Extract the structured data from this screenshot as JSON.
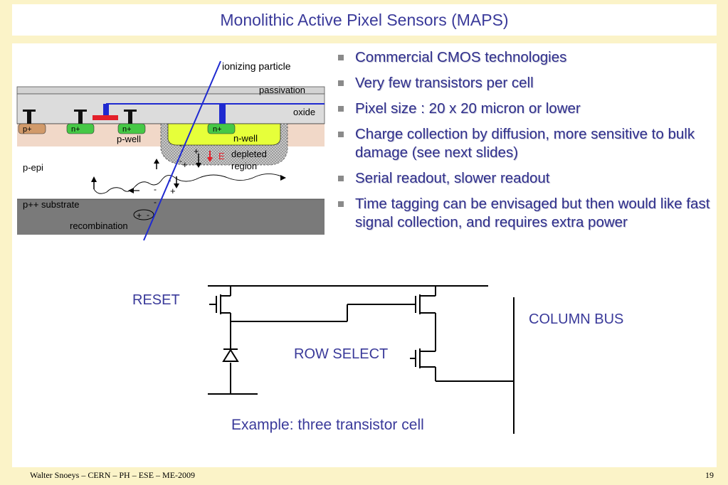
{
  "slide": {
    "title": "Monolithic Active Pixel Sensors (MAPS)",
    "bullets": [
      "Commercial CMOS technologies",
      "Very few transistors per cell",
      "Pixel size : 20 x 20 micron or lower",
      "Charge collection by diffusion, more sensitive to bulk damage (see next slides)",
      "Serial readout, slower readout",
      "Time tagging can be envisaged but then would like fast signal collection, and requires extra power"
    ],
    "footer": "Walter Snoeys – CERN – PH – ESE – ME-2009",
    "page_number": "19"
  },
  "cross_section": {
    "ionizing_particle": "ionizing particle",
    "passivation": "passivation",
    "oxide": "oxide",
    "p_plus": "p+",
    "n_plus_1": "n+",
    "n_plus_2": "n+",
    "n_plus_3": "n+",
    "p_well": "p-well",
    "n_well": "n-well",
    "e_field": "E",
    "depleted": "depleted",
    "region": "region",
    "p_epi": "p-epi",
    "substrate": "p++ substrate",
    "recombination": "recombination",
    "colors": {
      "passivation": "#d3d3d3",
      "oxide": "#dcdcdc",
      "well_region": "#f1d8c8",
      "p_plus": "#d19a6a",
      "n_plus": "#46c846",
      "n_well": "#e6ff3a",
      "substrate": "#7a7a7a",
      "metal": "#1f2ad0",
      "gate": "#e3202a",
      "particle": "#1f2ad0"
    }
  },
  "circuit": {
    "reset": "RESET",
    "row_select": "ROW SELECT",
    "column_bus": "COLUMN BUS",
    "caption": "Example: three transistor cell"
  }
}
